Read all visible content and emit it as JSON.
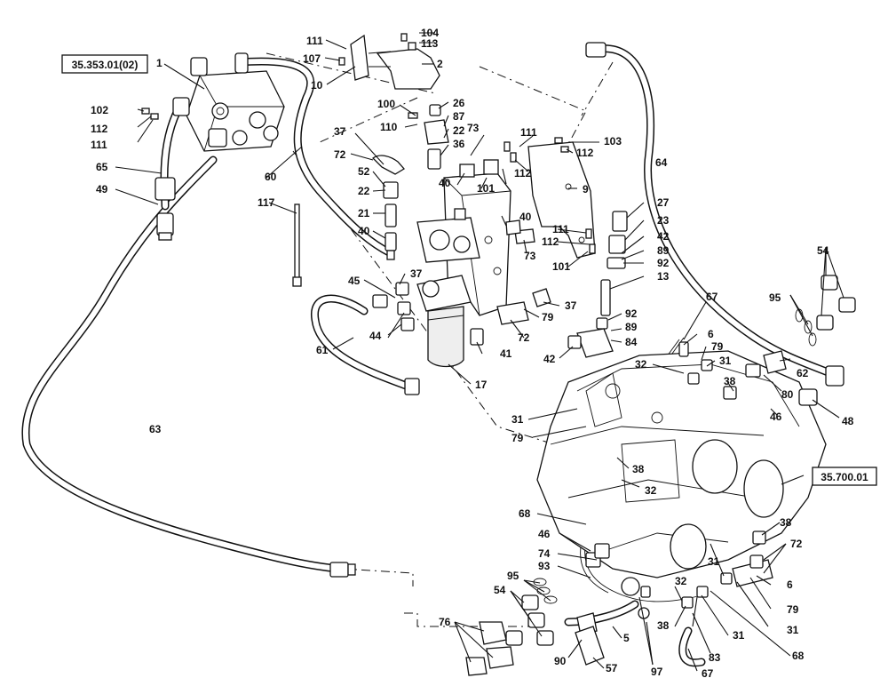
{
  "references": {
    "ref_left": "35.353.01(02)",
    "ref_right": "35.700.01"
  },
  "labels": {
    "l1": "1",
    "l2": "2",
    "l5": "5",
    "l6a": "6",
    "l6b": "6",
    "l9": "9",
    "l10": "10",
    "l13": "13",
    "l17": "17",
    "l21": "21",
    "l22a": "22",
    "l22b": "22",
    "l23": "23",
    "l26": "26",
    "l27": "27",
    "l31a": "31",
    "l31b": "31",
    "l31c": "31",
    "l31d": "31",
    "l31e": "31",
    "l32a": "32",
    "l32b": "32",
    "l32c": "32",
    "l36": "36",
    "l37a": "37",
    "l37b": "37",
    "l37c": "37",
    "l38a": "38",
    "l38b": "38",
    "l38c": "38",
    "l38d": "38",
    "l40a": "40",
    "l40b": "40",
    "l40c": "40",
    "l41": "41",
    "l42a": "42",
    "l42b": "42",
    "l44": "44",
    "l45": "45",
    "l46a": "46",
    "l46b": "46",
    "l48": "48",
    "l49": "49",
    "l52": "52",
    "l54a": "54",
    "l54b": "54",
    "l57": "57",
    "l60": "60",
    "l61": "61",
    "l62": "62",
    "l63": "63",
    "l64": "64",
    "l65": "65",
    "l67a": "67",
    "l67b": "67",
    "l68a": "68",
    "l68b": "68",
    "l72a": "72",
    "l72b": "72",
    "l72c": "72",
    "l73a": "73",
    "l73b": "73",
    "l74": "74",
    "l76": "76",
    "l79a": "79",
    "l79b": "79",
    "l79c": "79",
    "l79d": "79",
    "l80": "80",
    "l83": "83",
    "l84": "84",
    "l87": "87",
    "l89a": "89",
    "l89b": "89",
    "l90": "90",
    "l92a": "92",
    "l92b": "92",
    "l93": "93",
    "l95a": "95",
    "l95b": "95",
    "l97": "97",
    "l100": "100",
    "l101a": "101",
    "l101b": "101",
    "l102": "102",
    "l103": "103",
    "l104": "104",
    "l107": "107",
    "l110": "110",
    "l111a": "111",
    "l111b": "111",
    "l111c": "111",
    "l111d": "111",
    "l112a": "112",
    "l112b": "112",
    "l112c": "112",
    "l112d": "112",
    "l113": "113",
    "l117": "117"
  }
}
